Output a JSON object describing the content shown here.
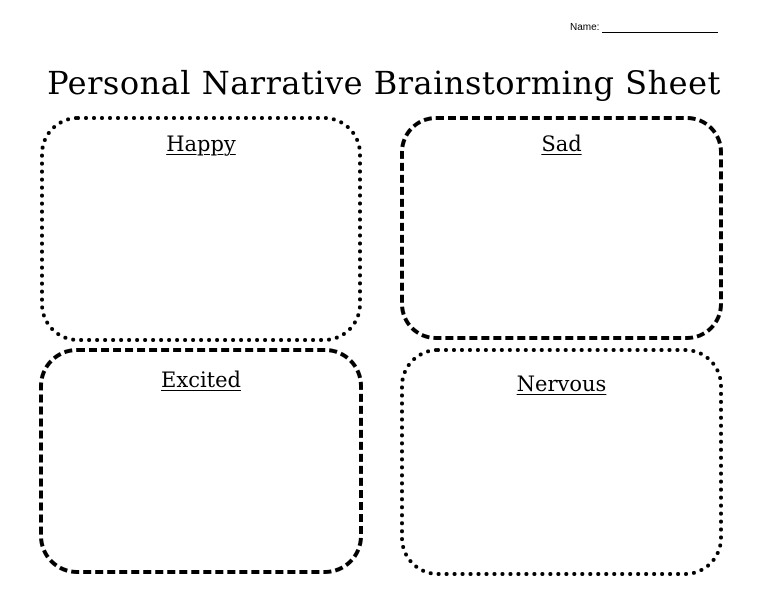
{
  "header": {
    "name_label": "Name:"
  },
  "title": "Personal Narrative Brainstorming Sheet",
  "boxes": [
    {
      "label": "Happy",
      "border": "dotted"
    },
    {
      "label": "Sad",
      "border": "dashed"
    },
    {
      "label": "Excited",
      "border": "dashed"
    },
    {
      "label": "Nervous",
      "border": "dotted"
    }
  ]
}
